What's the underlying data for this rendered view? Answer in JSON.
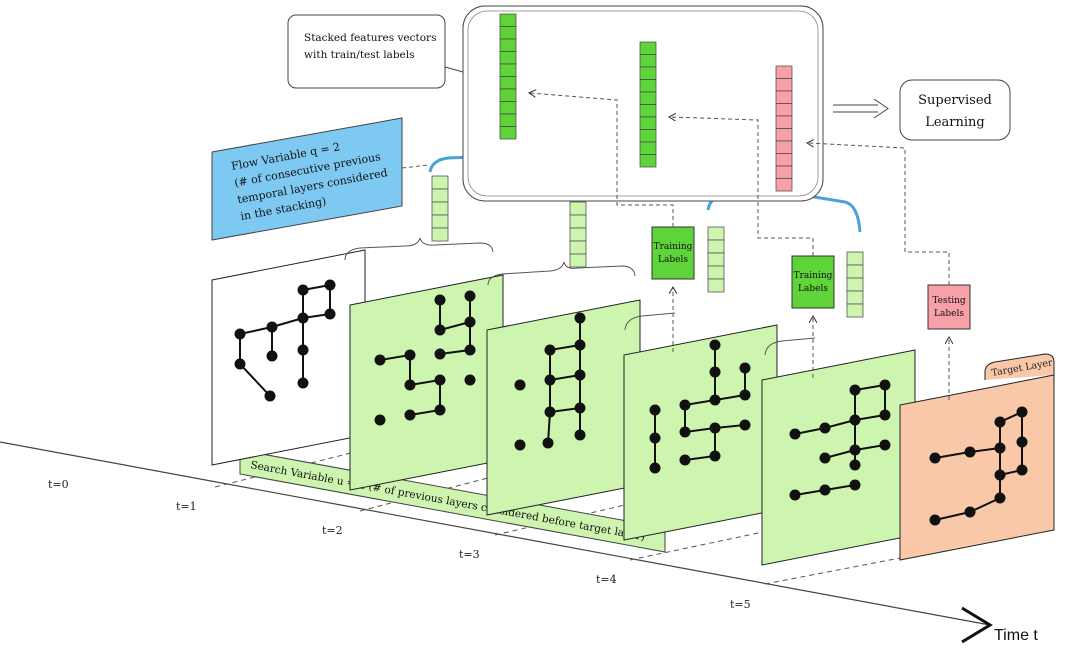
{
  "diagram": {
    "stacked_note": [
      "Stacked features vectors",
      "with train/test labels"
    ],
    "supervised": [
      "Supervised",
      "Learning"
    ],
    "flow_variable": [
      "Flow Variable q = 2",
      "(# of consecutive previous",
      "temporal layers considered",
      "in the stacking)"
    ],
    "search_variable": "Search Variable u = 4 (# of previous layers considered before target layer)",
    "training_label": [
      "Training",
      "Labels"
    ],
    "testing_label": [
      "Testing",
      "Labels"
    ],
    "target_layer": "Target Layer",
    "time_axis": "Time t",
    "time_ticks": [
      "t=0",
      "t=1",
      "t=2",
      "t=3",
      "t=4",
      "t=5"
    ],
    "colors": {
      "green_fill": "#cdf5b0",
      "green_strong": "#5fd43a",
      "green_vec": "#cdf5b0",
      "red_vec": "#f7a0a8",
      "target_fill": "#f9c8a8",
      "blue_box": "#7ec9f2",
      "blue_brace": "#4aa3d6",
      "testing_fill": "#f7a0a8"
    }
  }
}
